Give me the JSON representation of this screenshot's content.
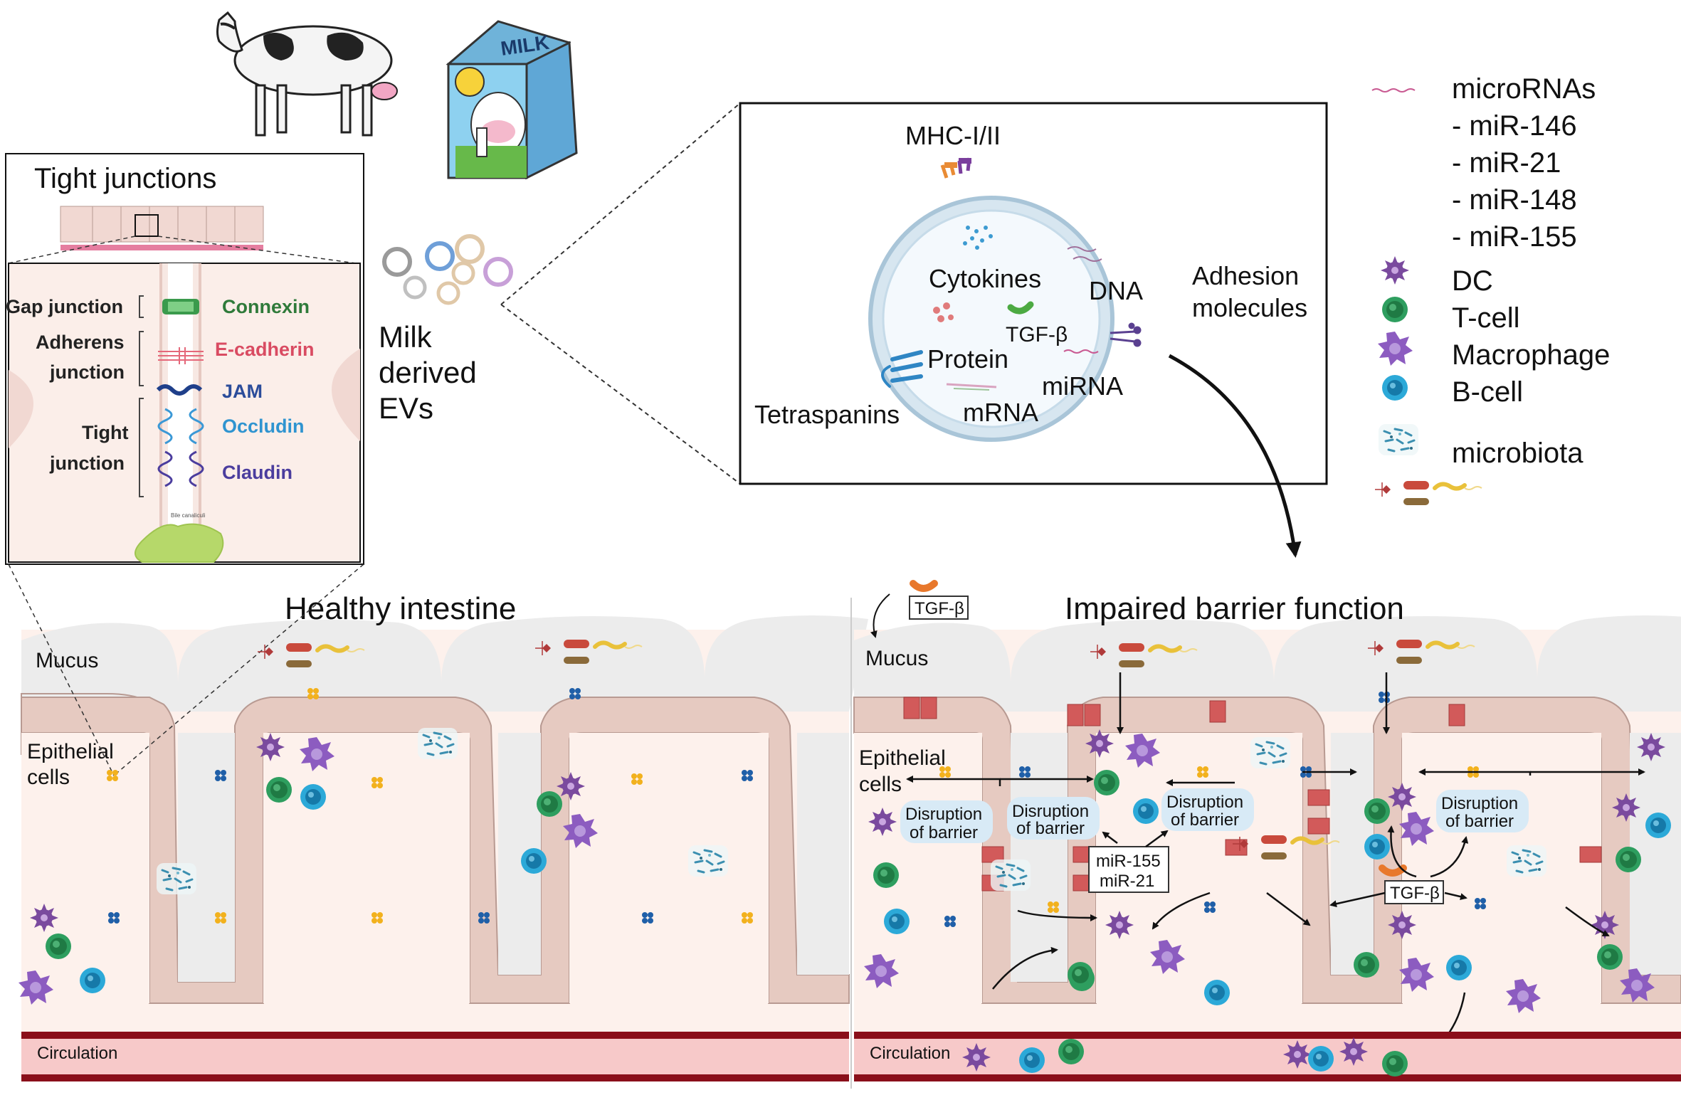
{
  "tight_junctions": {
    "title": "Tight junctions",
    "left_labels": [
      "Gap junction",
      "Adherens",
      "junction",
      "Tight",
      "junction"
    ],
    "right_labels": [
      "Connexin",
      "E-cadherin",
      "JAM",
      "Occludin",
      "Claudin"
    ],
    "canaliculi_label": "Bile canaliculi"
  },
  "milk": {
    "carton_label": "MILK",
    "ev_label_lines": [
      "Milk",
      "derived",
      "EVs"
    ]
  },
  "ev_detail": {
    "labels": [
      "MHC-I/II",
      "Cytokines",
      "DNA",
      "TGF-β",
      "Protein",
      "miRNA",
      "mRNA",
      "Tetraspanins"
    ],
    "adhesion_lines": [
      "Adhesion",
      "molecules"
    ]
  },
  "legend": {
    "items": [
      "microRNAs",
      "- miR-146",
      "- miR-21",
      "- miR-148",
      "- miR-155",
      "DC",
      "T-cell",
      "Macrophage",
      "B-cell",
      "microbiota"
    ]
  },
  "healthy": {
    "title": "Healthy intestine",
    "mucus": "Mucus",
    "epithelial_lines": [
      "Epithelial",
      "cells"
    ],
    "circulation": "Circulation"
  },
  "impaired": {
    "title": "Impaired barrier function",
    "mucus": "Mucus",
    "epithelial_lines": [
      "Epithelial",
      "cells"
    ],
    "circulation": "Circulation",
    "tgf_top": "TGF-β",
    "tgf_mid": "TGF-β",
    "disruption_lines": [
      "Disruption",
      "of barrier"
    ],
    "mirna_lines": [
      "miR-155",
      "miR-21"
    ]
  }
}
